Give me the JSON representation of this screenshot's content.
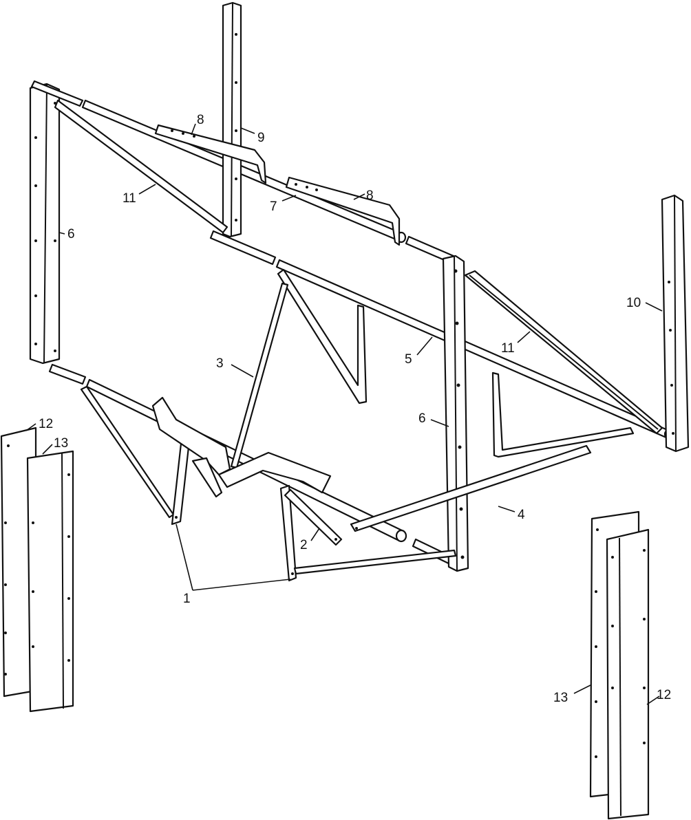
{
  "callouts": {
    "c1": "1",
    "c2": "2",
    "c3": "3",
    "c4": "4",
    "c5": "5",
    "c6a": "6",
    "c6b": "6",
    "c7": "7",
    "c8a": "8",
    "c8b": "8",
    "c9": "9",
    "c10": "10",
    "c11a": "11",
    "c11b": "11",
    "c12a": "12",
    "c12b": "12",
    "c13a": "13",
    "c13b": "13"
  }
}
